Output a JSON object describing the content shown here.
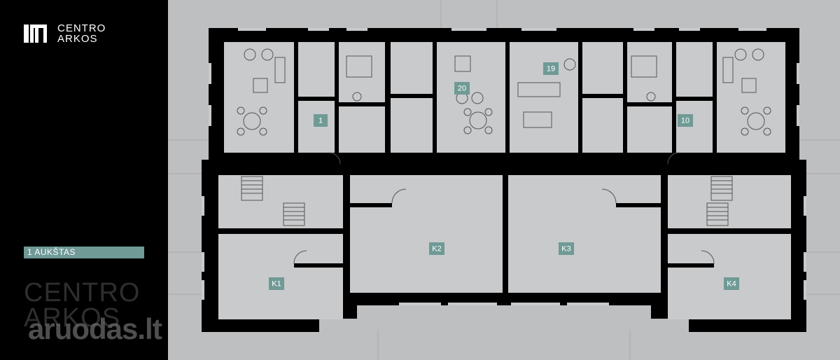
{
  "brand": {
    "line1": "CENTRO",
    "line2": "ARKOS"
  },
  "floor_label": "1 AUKŠTAS",
  "watermark": {
    "line1": "CENTRO",
    "line2": "ARKOS",
    "site": "aruodas.lt"
  },
  "units": [
    {
      "id": "u1",
      "label": "1"
    },
    {
      "id": "u20",
      "label": "20"
    },
    {
      "id": "u19",
      "label": "19"
    },
    {
      "id": "u10",
      "label": "10"
    },
    {
      "id": "k1",
      "label": "K1"
    },
    {
      "id": "k2",
      "label": "K2"
    },
    {
      "id": "k3",
      "label": "K3"
    },
    {
      "id": "k4",
      "label": "K4"
    }
  ],
  "colors": {
    "background": "#000000",
    "plan_background": "#bebfc1",
    "room_fill": "#c9cacc",
    "wall": "#000000",
    "accent": "#6f9a96",
    "label_text": "#ffffff"
  }
}
